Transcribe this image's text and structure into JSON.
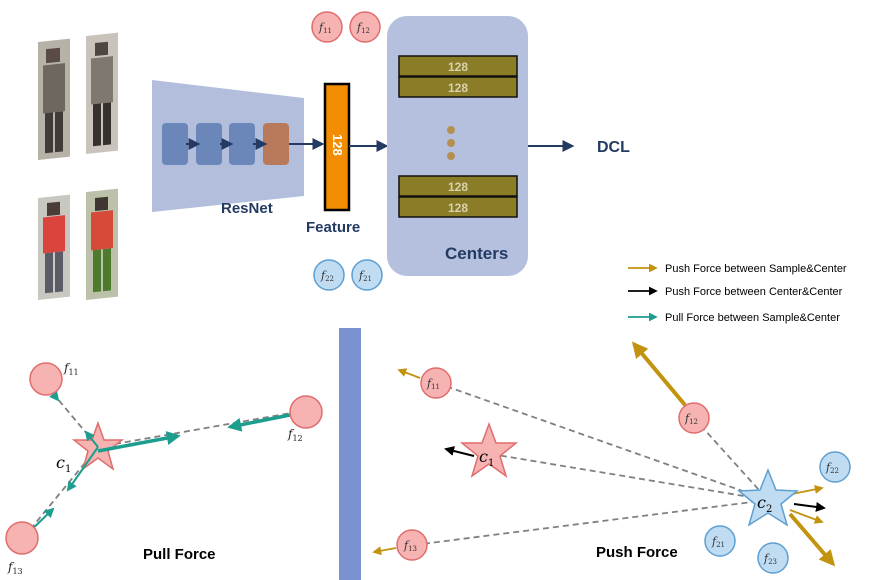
{
  "colors": {
    "navy": "#243a63",
    "resnet_trap": "#b2bedb",
    "block_blue": "#6b86b8",
    "block_brown": "#b97a5c",
    "feature_orange": "#f28c00",
    "centers_panel": "#b4c0dd",
    "center_bar": "#8b7c28",
    "center_bar_text": "#d8d2b0",
    "dots": "#b48f50",
    "red_fill": "#f7b2b2",
    "red_stroke": "#e06d6d",
    "blue_fill": "#c0dcf2",
    "blue_stroke": "#5e9fd2",
    "push_sample_center": "#c2930f",
    "push_center_center": "#000000",
    "pull": "#1c9d8e",
    "divider": "#7b92d0",
    "dash": "#808080"
  },
  "labels": {
    "resnet": "ResNet",
    "feature": "Feature",
    "feature_dim": "128",
    "centers": "Centers",
    "dcl": "DCL",
    "pull_force": "Pull Force",
    "push_force": "Push Force"
  },
  "center_bars": [
    "128",
    "128",
    "128",
    "128"
  ],
  "legend": [
    {
      "label": "Push Force between Sample&Center",
      "color": "#c2930f"
    },
    {
      "label": "Push Force between Center&Center",
      "color": "#000000"
    },
    {
      "label": "Pull Force between Sample&Center",
      "color": "#1c9d8e"
    }
  ],
  "feature_circles": {
    "top_red": [
      {
        "base": "f",
        "sub": "11"
      },
      {
        "base": "f",
        "sub": "12"
      }
    ],
    "bottom_blue": [
      {
        "base": "f",
        "sub": "22"
      },
      {
        "base": "f",
        "sub": "21"
      }
    ]
  },
  "pull_panel": {
    "center": {
      "base": "c",
      "sub": "1"
    },
    "samples": [
      {
        "base": "f",
        "sub": "11"
      },
      {
        "base": "f",
        "sub": "12"
      },
      {
        "base": "f",
        "sub": "13"
      }
    ]
  },
  "push_panel": {
    "centers": [
      {
        "base": "c",
        "sub": "1"
      },
      {
        "base": "c",
        "sub": "2"
      }
    ],
    "red_samples": [
      {
        "base": "f",
        "sub": "11"
      },
      {
        "base": "f",
        "sub": "12"
      },
      {
        "base": "f",
        "sub": "13"
      }
    ],
    "blue_samples": [
      {
        "base": "f",
        "sub": "22"
      },
      {
        "base": "f",
        "sub": "21"
      },
      {
        "base": "f",
        "sub": "23"
      }
    ]
  },
  "icons": [
    "person-photo-icon",
    "star-center-icon",
    "circle-sample-icon",
    "arrow-icon"
  ]
}
